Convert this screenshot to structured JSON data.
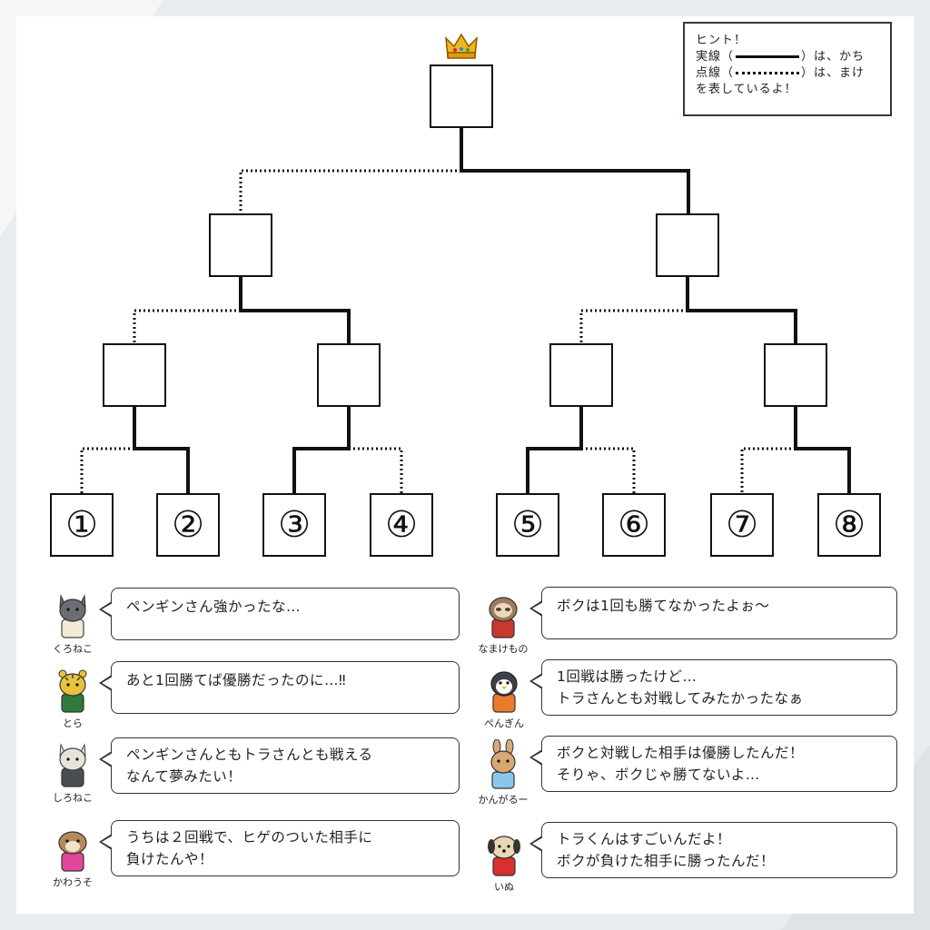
{
  "hint": {
    "line1": "ヒント！",
    "line2_prefix": "実線（",
    "line2_suffix": "）は、かち",
    "line3_prefix": "点線（",
    "line3_suffix": "）は、まけ",
    "line4": "を表しているよ！"
  },
  "bracket": {
    "final_box": "",
    "semifinal_boxes": [
      "",
      ""
    ],
    "quarterfinal_boxes": [
      "",
      "",
      "",
      ""
    ],
    "entry_boxes": [
      "①",
      "②",
      "③",
      "④",
      "⑤",
      "⑥",
      "⑦",
      "⑧"
    ]
  },
  "animals": [
    {
      "name": "くろねこ",
      "icon": "black-cat-icon",
      "color": "#6b6e72",
      "lines": [
        "ペンギンさん強かったな…"
      ]
    },
    {
      "name": "とら",
      "icon": "tiger-icon",
      "color": "#e9c33a",
      "lines": [
        "あと1回勝てば優勝だったのに…‼"
      ]
    },
    {
      "name": "しろねこ",
      "icon": "white-cat-icon",
      "color": "#e8e4dc",
      "lines": [
        "ペンギンさんともトラさんとも戦える",
        "なんて夢みたい！"
      ]
    },
    {
      "name": "かわうそ",
      "icon": "otter-icon",
      "color": "#b78a5c",
      "lines": [
        "うちは２回戦で、ヒゲのついた相手に",
        "負けたんや！"
      ]
    },
    {
      "name": "なまけもの",
      "icon": "sloth-icon",
      "color": "#9c7b5e",
      "lines": [
        "ボクは1回も勝てなかったよぉ～"
      ]
    },
    {
      "name": "ぺんぎん",
      "icon": "penguin-icon",
      "color": "#3c4148",
      "lines": [
        "1回戦は勝ったけど…",
        "トラさんとも対戦してみたかったなぁ"
      ]
    },
    {
      "name": "かんがるー",
      "icon": "kangaroo-icon",
      "color": "#d8a874",
      "lines": [
        "ボクと対戦した相手は優勝したんだ！",
        "そりゃ、ボクじゃ勝てないよ…"
      ]
    },
    {
      "name": "いぬ",
      "icon": "dog-icon",
      "color": "#e9d8b6",
      "lines": [
        "トラくんはすごいんだよ！",
        "ボクが負けた相手に勝ったんだ！"
      ]
    }
  ],
  "colors": {
    "line": "#111111",
    "frame": "#2f3a44"
  }
}
